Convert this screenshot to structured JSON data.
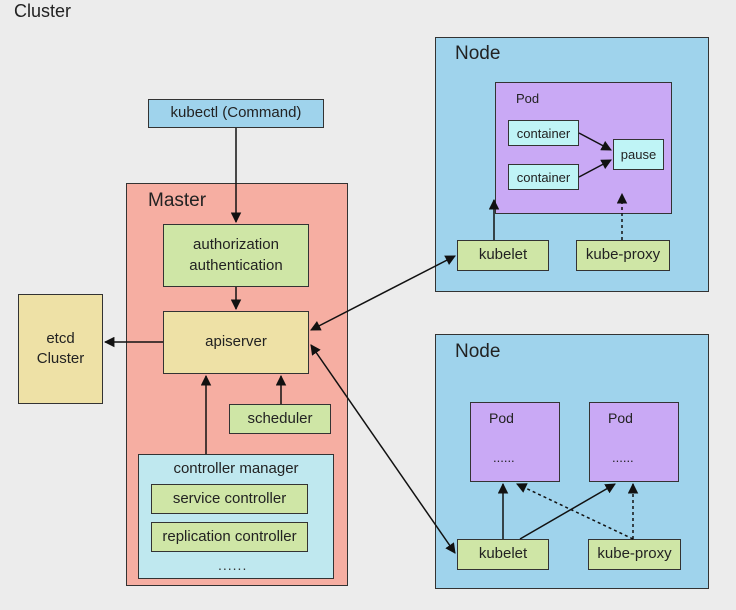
{
  "cluster_label": "Cluster",
  "kubectl_label": "kubectl (Command)",
  "master": {
    "title": "Master",
    "auth_line1": "authorization",
    "auth_line2": "authentication",
    "apiserver": "apiserver",
    "scheduler": "scheduler",
    "controller_manager": {
      "title": "controller manager",
      "service_controller": "service controller",
      "replication_controller": "replication controller",
      "ellipsis": "......"
    }
  },
  "etcd": {
    "line1": "etcd",
    "line2": "Cluster"
  },
  "node1": {
    "title": "Node",
    "pod": {
      "title": "Pod",
      "container1": "container",
      "container2": "container",
      "pause": "pause"
    },
    "kubelet": "kubelet",
    "kube_proxy": "kube-proxy"
  },
  "node2": {
    "title": "Node",
    "pod1": {
      "title": "Pod",
      "ellipsis": "......"
    },
    "pod2": {
      "title": "Pod",
      "ellipsis": "......"
    },
    "kubelet": "kubelet",
    "kube_proxy": "kube-proxy"
  },
  "colors": {
    "node_bg": "#9fd3ec",
    "master_bg": "#f6aea2",
    "pod_bg": "#c9a9f5",
    "component_bg": "#cfe6a6",
    "apiserver_bg": "#eee1a6",
    "kubectl_bg": "#9fd3ec",
    "container_bg": "#bff4f6",
    "controller_manager_bg": "#bfe8ef"
  }
}
